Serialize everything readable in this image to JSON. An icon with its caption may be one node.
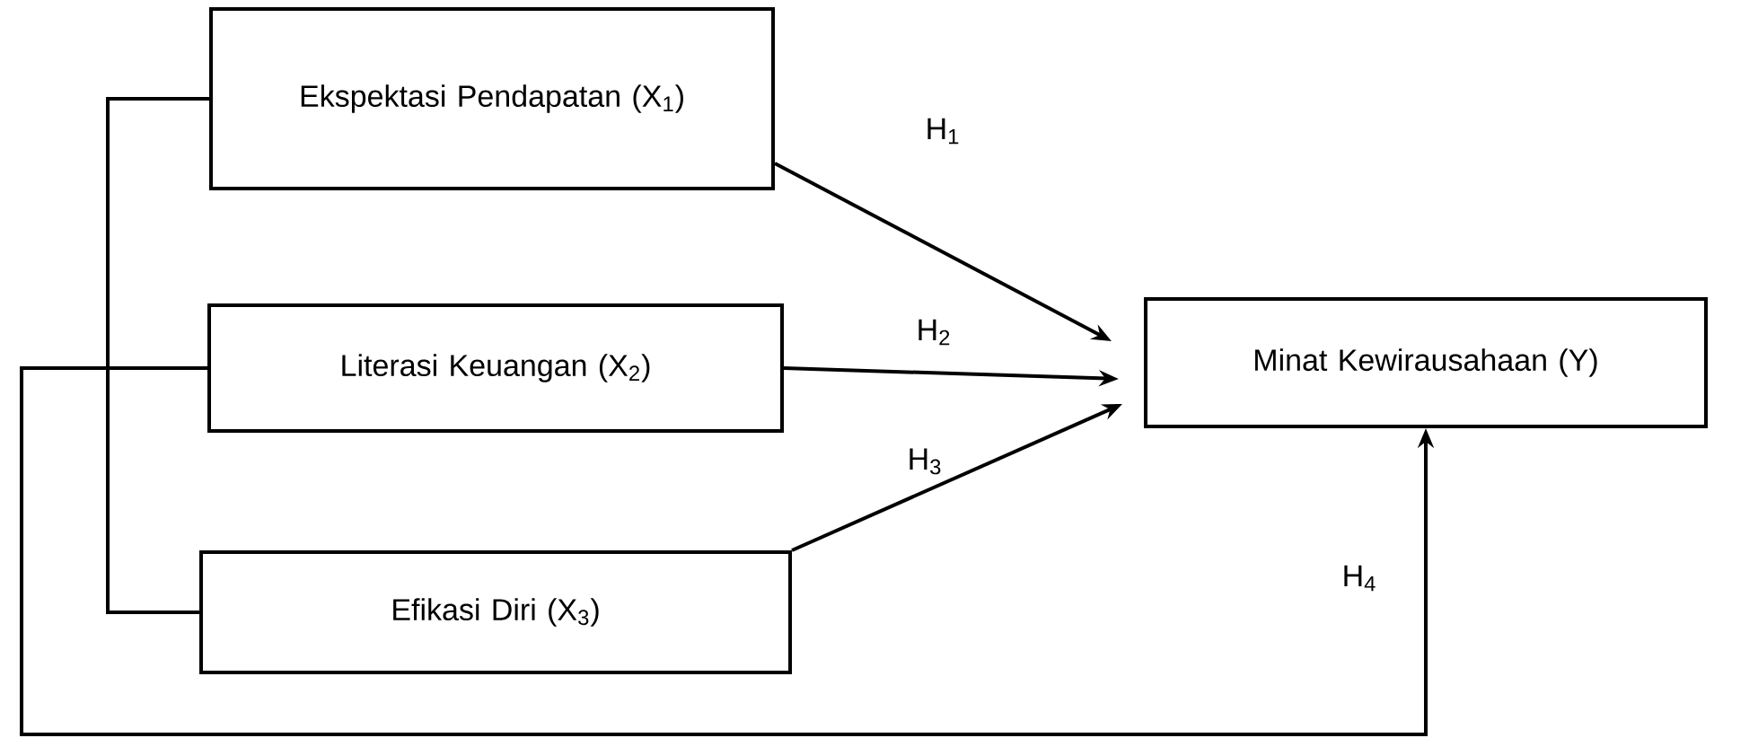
{
  "diagram": {
    "nodes": [
      {
        "text": [
          "Ekspektasi Pendapatan (X$_{1}$)"
        ]
      },
      {
        "text": [
          "Literasi Keuangan (X$_{2}$)"
        ]
      },
      {
        "text": [
          "Efikasi Diri (X$_{3}$)"
        ]
      },
      {
        "text": [
          "Minat Kewirausahaan (Y)"
        ]
      }
    ],
    "edges": [
      {
        "from": 0,
        "to": 3,
        "arrow": "to",
        "label": "H$_{1}$"
      },
      {
        "from": 1,
        "to": 3,
        "arrow": "to",
        "label": "H$_{2}$"
      },
      {
        "from": 2,
        "to": 3,
        "arrow": "to",
        "label": "H$_{3}$"
      },
      {
        "from": 1,
        "to": 3,
        "arrow": "to",
        "label": "H$_{4}$"
      },
      {
        "from": 0,
        "to": 2,
        "arrow": "none"
      }
    ]
  }
}
